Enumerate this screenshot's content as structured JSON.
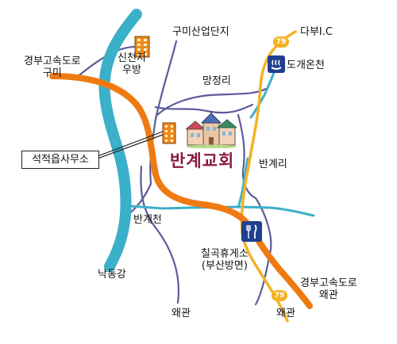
{
  "map": {
    "church_name": "반계교회",
    "labels": {
      "gyeongbu_gumi": "경부고속도로\n구미",
      "sincheonji": "신천지\n우방",
      "gumi_industrial": "구미산업단지",
      "dabu_ic": "다부I.C",
      "dogae_spa": "도개온천",
      "mangjeong": "망정리",
      "seokjeok_office": "석적읍사무소",
      "bangye_ri": "반계리",
      "bangye_cheon": "반계천",
      "chilgok_rest": "칠곡휴게소\n(부산방면)",
      "nakdong": "낙동강",
      "gyeongbu_waegwan": "경부고속도로\n왜관",
      "waegwan_left": "왜관",
      "waegwan_right": "왜관"
    },
    "route_badges": [
      "79",
      "79"
    ],
    "colors": {
      "river": "#3bb0c9",
      "expressway": "#f07a12",
      "route79": "#f4b223",
      "local_road": "#5b5b9c",
      "church_text": "#8a1a3e"
    },
    "icons": [
      "building-icon",
      "building-icon",
      "hot-spring-icon",
      "restaurant-icon",
      "church-icon"
    ]
  }
}
